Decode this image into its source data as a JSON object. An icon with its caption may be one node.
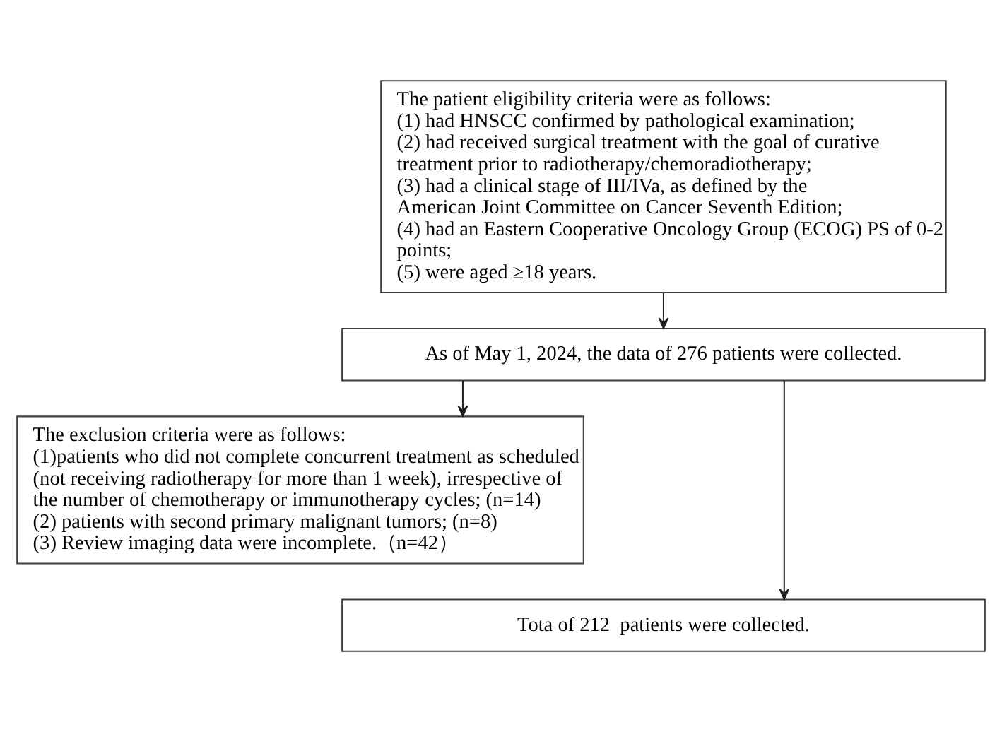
{
  "diagram": {
    "nodes": [
      {
        "text": [
          "The patient eligibility criteria were as follows:",
          "(1) had HNSCC confirmed by pathological examination;",
          "(2) had received surgical treatment with the goal of curative treatment prior to radiotherapy/chemoradiotherapy;",
          "(3) had a clinical stage of III/IVa, as defined by the American Joint Committee on Cancer Seventh Edition;",
          "(4) had an Eastern Cooperative Oncology Group (ECOG) PS of 0-2 points;",
          "(5) were aged ≥18 years."
        ]
      },
      {
        "text": [
          "As of May 1, 2024, the data of 276 patients were collected."
        ]
      },
      {
        "text": [
          "The exclusion criteria were as follows:",
          "(1)patients who did not complete concurrent treatment as scheduled (not receiving radiotherapy for more than 1 week), irrespective of the number of chemotherapy or immunotherapy cycles; (n=14)",
          "(2) patients with second primary malignant tumors; (n=8)",
          "(3) Review imaging data were incomplete.（n=42）"
        ]
      },
      {
        "text": [
          "Tota of 212  patients were collected."
        ]
      }
    ],
    "edges": [
      {
        "from": 0,
        "to": 1,
        "arrow": "to"
      },
      {
        "from": 1,
        "to": 2,
        "arrow": "to"
      },
      {
        "from": 1,
        "to": 3,
        "arrow": "to"
      }
    ]
  }
}
